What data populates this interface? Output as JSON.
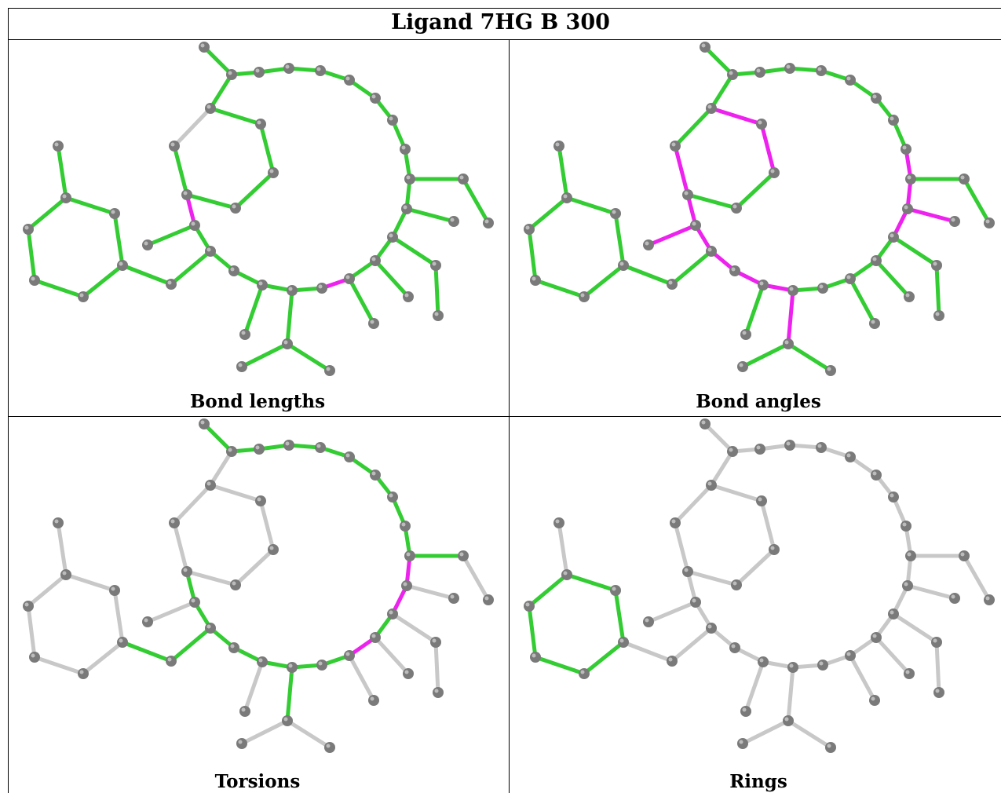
{
  "title": "Ligand 7HG B 300",
  "colors": {
    "ok": "#33cc33",
    "outlier": "#ee22ee",
    "neutral": "#c8c8c8",
    "atom": "#7a7a7a"
  },
  "panels": [
    {
      "id": "bond-lengths",
      "caption": "Bond lengths"
    },
    {
      "id": "bond-angles",
      "caption": "Bond angles"
    },
    {
      "id": "torsions",
      "caption": "Torsions"
    },
    {
      "id": "rings",
      "caption": "Rings"
    }
  ]
}
